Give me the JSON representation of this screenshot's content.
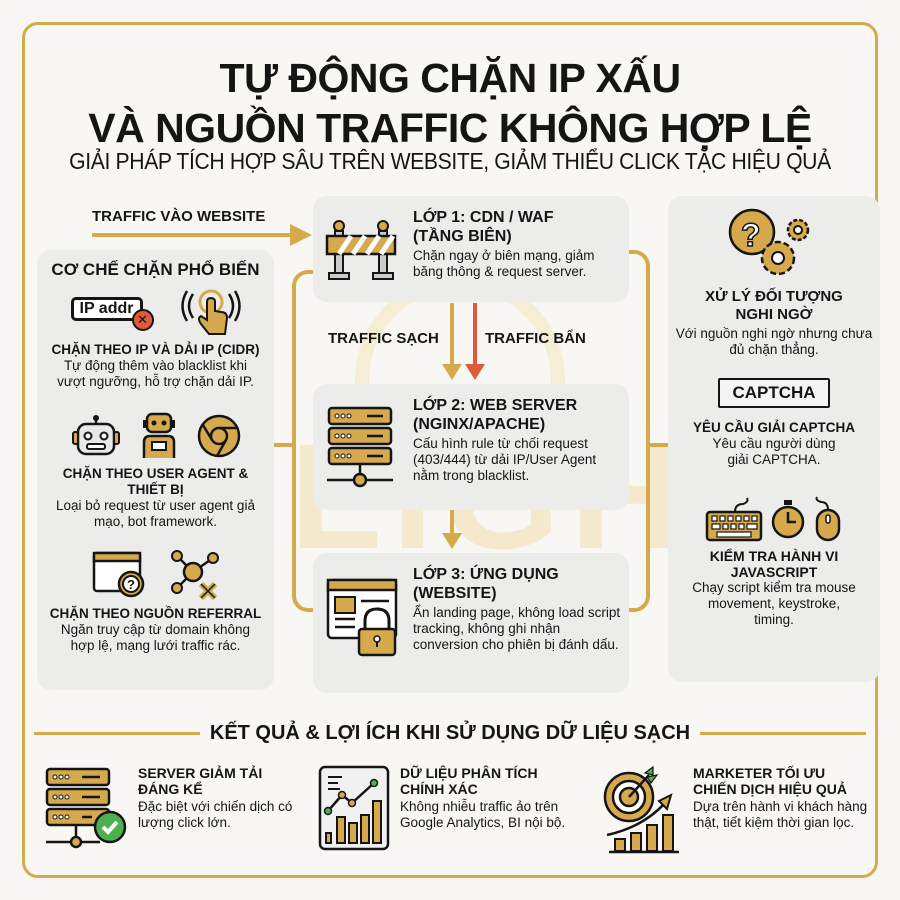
{
  "header": {
    "title_line1": "TỰ ĐỘNG CHẶN IP XẤU",
    "title_line2": "VÀ NGUỒN TRAFFIC KHÔNG HỢP LỆ",
    "subtitle": "GIẢI PHÁP TÍCH HỢP SÂU TRÊN WEBSITE, GIẢM THIỂU CLICK TẶC HIỆU QUẢ"
  },
  "watermark": "LIGHT",
  "flow": {
    "traffic_in_label": "TRAFFIC VÀO WEBSITE",
    "clean_label": "TRAFFIC SẠCH",
    "dirty_label": "TRAFFIC BẨN"
  },
  "colors": {
    "accent": "#d6aa4c",
    "danger": "#e05a3c",
    "success": "#4caf50",
    "panel": "#ececeb",
    "text": "#151515"
  },
  "left_panel": {
    "title": "CƠ CHẾ CHẶN PHỔ BIẾN",
    "items": [
      {
        "icons": [
          "ip-address-block-icon",
          "touch-signal-icon"
        ],
        "ip_label": "IP addr",
        "title": "CHẶN THEO IP VÀ DẢI IP (CIDR)",
        "desc": "Tự động thêm vào blacklist khi vượt ngưỡng, hỗ trợ chặn dải IP."
      },
      {
        "icons": [
          "bot-head-icon",
          "robot-icon",
          "browser-logo-icon"
        ],
        "title": "CHẶN THEO USER AGENT & THIẾT BỊ",
        "desc": "Loại bỏ request từ user agent giả mạo, bot framework."
      },
      {
        "icons": [
          "browser-question-icon",
          "network-block-icon"
        ],
        "title": "CHẶN THEO NGUỒN REFERRAL",
        "desc": "Ngăn truy cập từ domain không hợp lệ, mạng lưới traffic rác."
      }
    ]
  },
  "layers": [
    {
      "title": "LỚP 1: CDN / WAF (TẦNG BIÊN)",
      "title_l1": "LỚP 1: CDN / WAF",
      "title_l2": "(TẦNG BIÊN)",
      "desc": "Chặn ngay ở biên mạng, giảm băng thông & request server.",
      "icon": "barrier-icon"
    },
    {
      "title_l1": "LỚP 2: WEB SERVER",
      "title_l2": "(NGINX/APACHE)",
      "desc": "Cấu hình rule từ chối request (403/444) từ dải IP/User Agent nằm trong blacklist.",
      "icon": "server-icon"
    },
    {
      "title_l1": "LỚP 3: ỨNG DỤNG",
      "title_l2": "(WEBSITE)",
      "desc": "Ẩn landing page, không load script tracking, không ghi nhận conversion cho phiên bị đánh dấu.",
      "icon": "website-lock-icon"
    }
  ],
  "right_panel": {
    "items": [
      {
        "icon": "question-gears-icon",
        "title": "XỬ LÝ ĐỐI TƯỢNG NGHI NGỜ",
        "desc": "Với nguồn nghi ngờ nhưng chưa đủ chặn thẳng."
      },
      {
        "icon": "captcha-icon",
        "captcha_label": "CAPTCHA",
        "title": "YÊU CẦU GIẢI CAPTCHA",
        "desc": "Yêu cầu người dùng giải CAPTCHA."
      },
      {
        "icons": [
          "keyboard-icon",
          "stopwatch-icon",
          "mouse-icon"
        ],
        "title": "KIỂM TRA HÀNH VI JAVASCRIPT",
        "desc": "Chạy script kiểm tra mouse movement, keystroke, timing."
      }
    ]
  },
  "benefits": {
    "header": "KẾT QUẢ & LỢI ÍCH KHI SỬ DỤNG DỮ LIỆU SẠCH",
    "items": [
      {
        "icon": "server-check-icon",
        "title_l1": "SERVER GIẢM TẢI",
        "title_l2": "ĐÁNG KỂ",
        "desc": "Đặc biệt với chiến dịch có lượng click lớn."
      },
      {
        "icon": "analytics-chart-icon",
        "title_l1": "DỮ LIỆU PHÂN TÍCH",
        "title_l2": "CHÍNH XÁC",
        "desc": "Không nhiễu traffic ảo trên Google Analytics, BI nội bộ."
      },
      {
        "icon": "target-growth-icon",
        "title_l1": "MARKETER TỐI ƯU",
        "title_l2": "CHIẾN DỊCH HIỆU QUẢ",
        "desc": "Dựa trên hành vi khách hàng thật, tiết kiệm thời gian lọc."
      }
    ]
  }
}
